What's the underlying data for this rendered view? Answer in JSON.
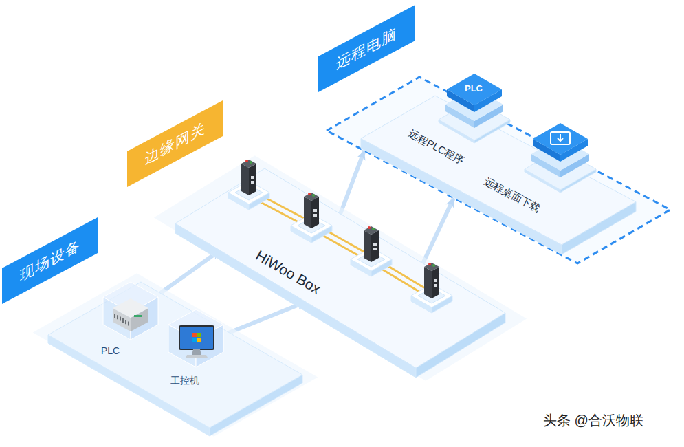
{
  "diagram": {
    "nodes": [
      {
        "text": [
          "现场设备"
        ]
      },
      {
        "text": [
          "PLC"
        ],
        "in": 0
      },
      {
        "text": [
          "工控机"
        ],
        "in": 0
      },
      {
        "text": [
          "边缘网关",
          "HiWoo Box"
        ]
      },
      {
        "text": [
          "远程电脑"
        ]
      },
      {
        "text": [
          "PLC",
          "远程PLC程序"
        ],
        "in": 4
      },
      {
        "text": [
          "远程桌面下载"
        ],
        "in": 4
      }
    ],
    "edges": [
      {
        "from": 1,
        "to": 3,
        "arrow": "to"
      },
      {
        "from": 2,
        "to": 3,
        "arrow": "to"
      },
      {
        "from": 3,
        "to": 4,
        "arrow": "to"
      },
      {
        "from": 3,
        "to": 4,
        "arrow": "to"
      }
    ],
    "labels": [
      "头条 @合沃物联"
    ]
  }
}
